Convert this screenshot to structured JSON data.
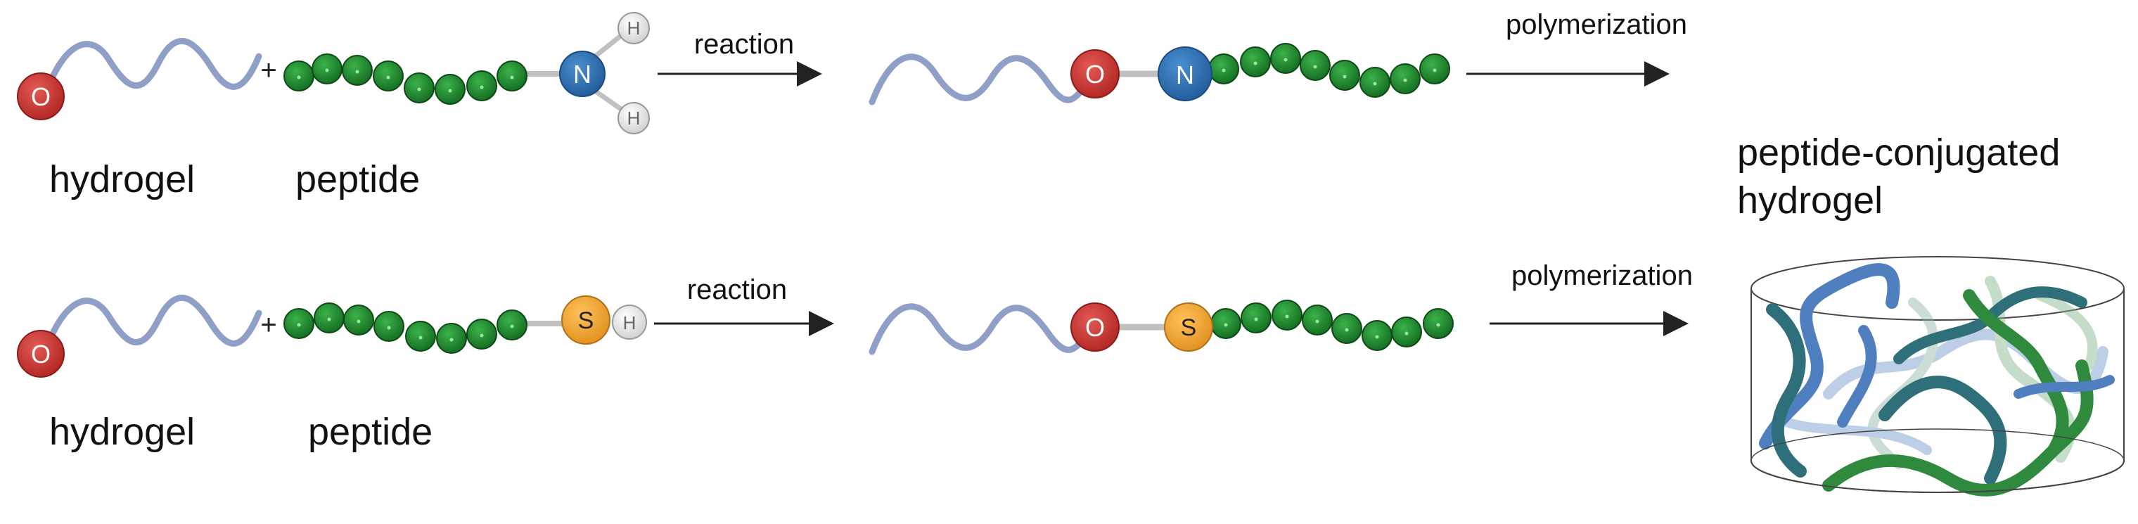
{
  "colors": {
    "oxygen": "#c9302c",
    "nitrogen": "#2f6fb0",
    "sulfur": "#f0a22e",
    "hydrogen": "#e6e6e6",
    "hydrogel_chain": "#8f9fc7",
    "peptide_bead": "#1f8a2e",
    "bond": "#c0c0c0",
    "network_blue": "#4f7fbf",
    "network_green": "#2f8a3e",
    "network_teal": "#2f6f7a"
  },
  "atoms": {
    "oxygen": "O",
    "nitrogen": "N",
    "sulfur": "S",
    "hydrogen": "H"
  },
  "row1": {
    "hydrogel_label": "hydrogel",
    "peptide_label": "peptide",
    "plus": "+",
    "reaction_label": "reaction",
    "polymerization_label": "polymerization"
  },
  "row2": {
    "hydrogel_label": "hydrogel",
    "peptide_label": "peptide",
    "plus": "+",
    "reaction_label": "reaction",
    "polymerization_label": "polymerization"
  },
  "product": {
    "title_line1": "peptide-conjugated",
    "title_line2": "hydrogel"
  },
  "icons": {
    "arrow": "right-arrow-icon",
    "network": "hydrogel-network-cylinder"
  }
}
